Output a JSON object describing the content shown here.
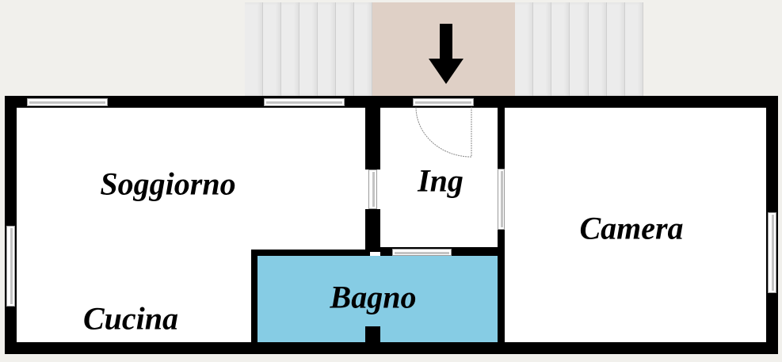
{
  "floor_plan": {
    "entrance_arrow_icon": "arrow-down-icon",
    "rooms": {
      "soggiorno": "Soggiorno",
      "cucina": "Cucina",
      "ingresso": "Ing",
      "bagno": "Bagno",
      "camera": "Camera"
    },
    "colors": {
      "bathroom_fill": "#86cce4",
      "landing_fill": "#dfd0c6",
      "wall": "#000000"
    }
  }
}
